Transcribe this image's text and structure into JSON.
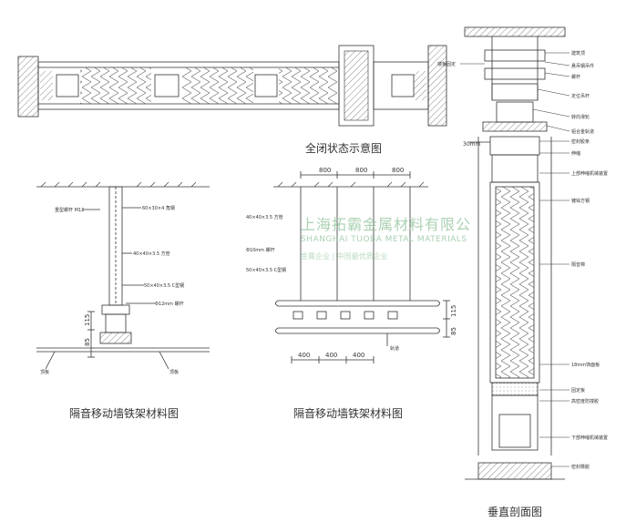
{
  "captions": {
    "plan_closed": "全闭状态示意图",
    "frame_single": "隔音移动墙铁架材料图",
    "frame_multi": "隔音移动墙铁架材料图",
    "vertical_section": "垂直剖面图"
  },
  "watermark": {
    "company": "上海拓霸金属材料有限公",
    "company_en": "SHANGHAI TUOBA METAL MATERIALS",
    "slogan": "金属企业 | 中国最优质企业"
  },
  "dimensions": {
    "top_spacing": [
      "800",
      "800",
      "800"
    ],
    "bottom_spacing": [
      "400",
      "400",
      "400"
    ],
    "height_upper": "115",
    "height_lower": "85",
    "gap_30": "30mm"
  },
  "frame_single_labels": {
    "bolt": "重型螺杆 M12",
    "channel_steel": "60×30×4 角钢",
    "square_tube": "40×40×3.5 方管",
    "c_steel": "50×40×3.5 C型钢",
    "small_bolt": "Φ12mm 螺杆",
    "left_bottom": "顶板",
    "right_bottom": "顶板"
  },
  "frame_multi_labels": {
    "square_tube": "40×40×3.5 方管",
    "bolt": "Φ10mm 螺杆",
    "c_steel": "50×40×3.5 C型钢",
    "track": "轨道"
  },
  "section_labels": {
    "l1": "楼板固定",
    "r1": "建筑顶",
    "r2": "悬吊钢吊件",
    "r3": "螺杆",
    "r4": "定位吊杆",
    "r5": "转向滑轮",
    "r6": "铝合金轨道",
    "r7": "密封胶条",
    "r8": "伸缩",
    "r9": "上部伸缩机械装置",
    "r10": "镀锌方钢",
    "r11": "隔音棉",
    "r12": "18mm饰面板",
    "r13": "固定板",
    "r14": "高密度防撞胶",
    "r15": "下部伸缩机械装置",
    "r16": "密封橡胶"
  }
}
